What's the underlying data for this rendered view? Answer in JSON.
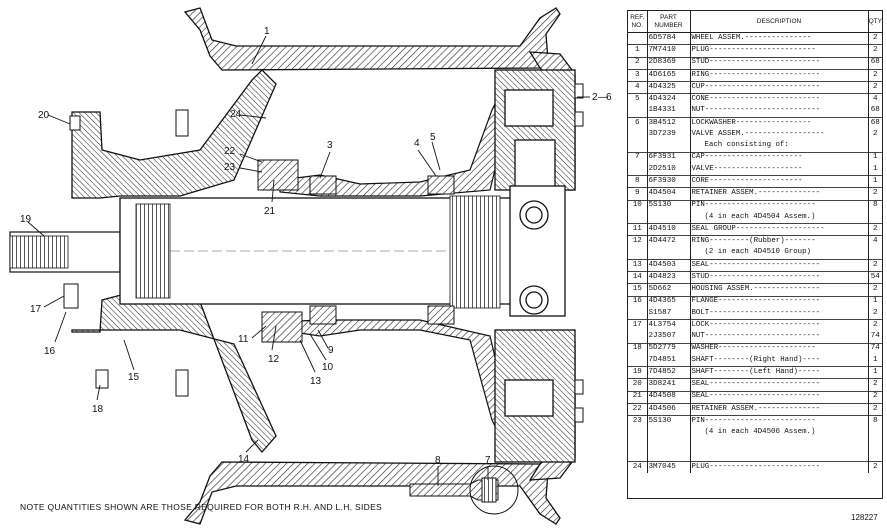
{
  "note": "NOTE QUANTITIES SHOWN ARE THOSE REQUIRED FOR BOTH R.H. AND L.H. SIDES",
  "figure_number": "128227",
  "callouts": [
    "1",
    "2",
    "3",
    "4",
    "5",
    "6",
    "7",
    "8",
    "9",
    "10",
    "11",
    "12",
    "13",
    "14",
    "15",
    "16",
    "17",
    "18",
    "19",
    "20",
    "21",
    "22",
    "23",
    "24"
  ],
  "callout_separator": "—",
  "table": {
    "headers": {
      "ref": "REF.\nNO.",
      "part": "PART\nNUMBER",
      "desc": "DESCRIPTION",
      "qty": "QTY"
    },
    "rows": [
      {
        "ref": "",
        "part": "6D5784",
        "desc": "WHEEL ASSEM.---------------",
        "qty": "2"
      },
      {
        "ref": "1",
        "part": "7M7410",
        "desc": "PLUG------------------------",
        "qty": "2"
      },
      {
        "ref": "2",
        "part": "2D8369",
        "desc": "STUD-------------------------",
        "qty": "68"
      },
      {
        "ref": "3",
        "part": "4D6165",
        "desc": "RING-------------------------",
        "qty": "2"
      },
      {
        "ref": "4",
        "part": "4D4325",
        "desc": "CUP--------------------------",
        "qty": "2"
      },
      {
        "ref": "5",
        "part": "4D4324",
        "desc": "CONE-------------------------",
        "qty": "4"
      },
      {
        "ref": "",
        "part": "1B4331",
        "desc": "NUT--------------------------",
        "qty": "68"
      },
      {
        "ref": "6",
        "part": "3B4512",
        "desc": "LOCKWASHER-----------------",
        "qty": "68"
      },
      {
        "ref": "",
        "part": "3D7239",
        "desc": "VALVE ASSEM.------------------",
        "qty": "2"
      },
      {
        "ref": "",
        "part": "",
        "desc": "Each consisting of:",
        "qty": ""
      },
      {
        "ref": "7",
        "part": "6F3931",
        "desc": "CAP----------------------",
        "qty": "1"
      },
      {
        "ref": "",
        "part": "2D2510",
        "desc": "VALVE--------------------",
        "qty": "1"
      },
      {
        "ref": "8",
        "part": "6F3930",
        "desc": "CORE---------------------",
        "qty": "1"
      },
      {
        "ref": "9",
        "part": "4D4504",
        "desc": "RETAINER ASSEM.--------------",
        "qty": "2"
      },
      {
        "ref": "10",
        "part": "5S130",
        "desc": "PIN-------------------------",
        "qty": "8"
      },
      {
        "ref": "",
        "part": "",
        "desc": "(4 in each 4D4504 Assem.)",
        "qty": ""
      },
      {
        "ref": "11",
        "part": "4D4510",
        "desc": "SEAL GROUP--------------------",
        "qty": "2"
      },
      {
        "ref": "12",
        "part": "4D4472",
        "desc": "RING---------(Rubber)-------",
        "qty": "4"
      },
      {
        "ref": "",
        "part": "",
        "desc": "(2 in each 4D4510 Group)",
        "qty": ""
      },
      {
        "ref": "13",
        "part": "4D4503",
        "desc": "SEAL-------------------------",
        "qty": "2"
      },
      {
        "ref": "14",
        "part": "4D4823",
        "desc": "STUD-------------------------",
        "qty": "54"
      },
      {
        "ref": "15",
        "part": "5D662",
        "desc": "HOUSING ASSEM.---------------",
        "qty": "2"
      },
      {
        "ref": "16",
        "part": "4D4365",
        "desc": "FLANGE-----------------------",
        "qty": "1"
      },
      {
        "ref": "",
        "part": "S1587",
        "desc": "BOLT-------------------------",
        "qty": "2"
      },
      {
        "ref": "17",
        "part": "4L3754",
        "desc": "LOCK-------------------------",
        "qty": "2"
      },
      {
        "ref": "",
        "part": "2J3507",
        "desc": "NUT--------------------------",
        "qty": "74"
      },
      {
        "ref": "18",
        "part": "5D2779",
        "desc": "WASHER----------------------",
        "qty": "74"
      },
      {
        "ref": "",
        "part": "7D4851",
        "desc": "SHAFT--------(Right Hand)----",
        "qty": "1"
      },
      {
        "ref": "19",
        "part": "7D4852",
        "desc": "SHAFT--------(Left Hand)-----",
        "qty": "1"
      },
      {
        "ref": "20",
        "part": "3D8241",
        "desc": "SEAL-------------------------",
        "qty": "2"
      },
      {
        "ref": "21",
        "part": "4D4508",
        "desc": "SEAL-------------------------",
        "qty": "2"
      },
      {
        "ref": "22",
        "part": "4D4506",
        "desc": "RETAINER ASSEM.--------------",
        "qty": "2"
      },
      {
        "ref": "23",
        "part": "5S130",
        "desc": "PIN-------------------------",
        "qty": "8"
      },
      {
        "ref": "",
        "part": "",
        "desc": "(4 in each 4D4506 Assem.)",
        "qty": ""
      },
      {
        "ref": "",
        "part": "",
        "desc": "",
        "qty": ""
      },
      {
        "ref": "",
        "part": "",
        "desc": "",
        "qty": ""
      },
      {
        "ref": "24",
        "part": "3M7045",
        "desc": "PLUG-------------------------",
        "qty": "2"
      }
    ]
  }
}
